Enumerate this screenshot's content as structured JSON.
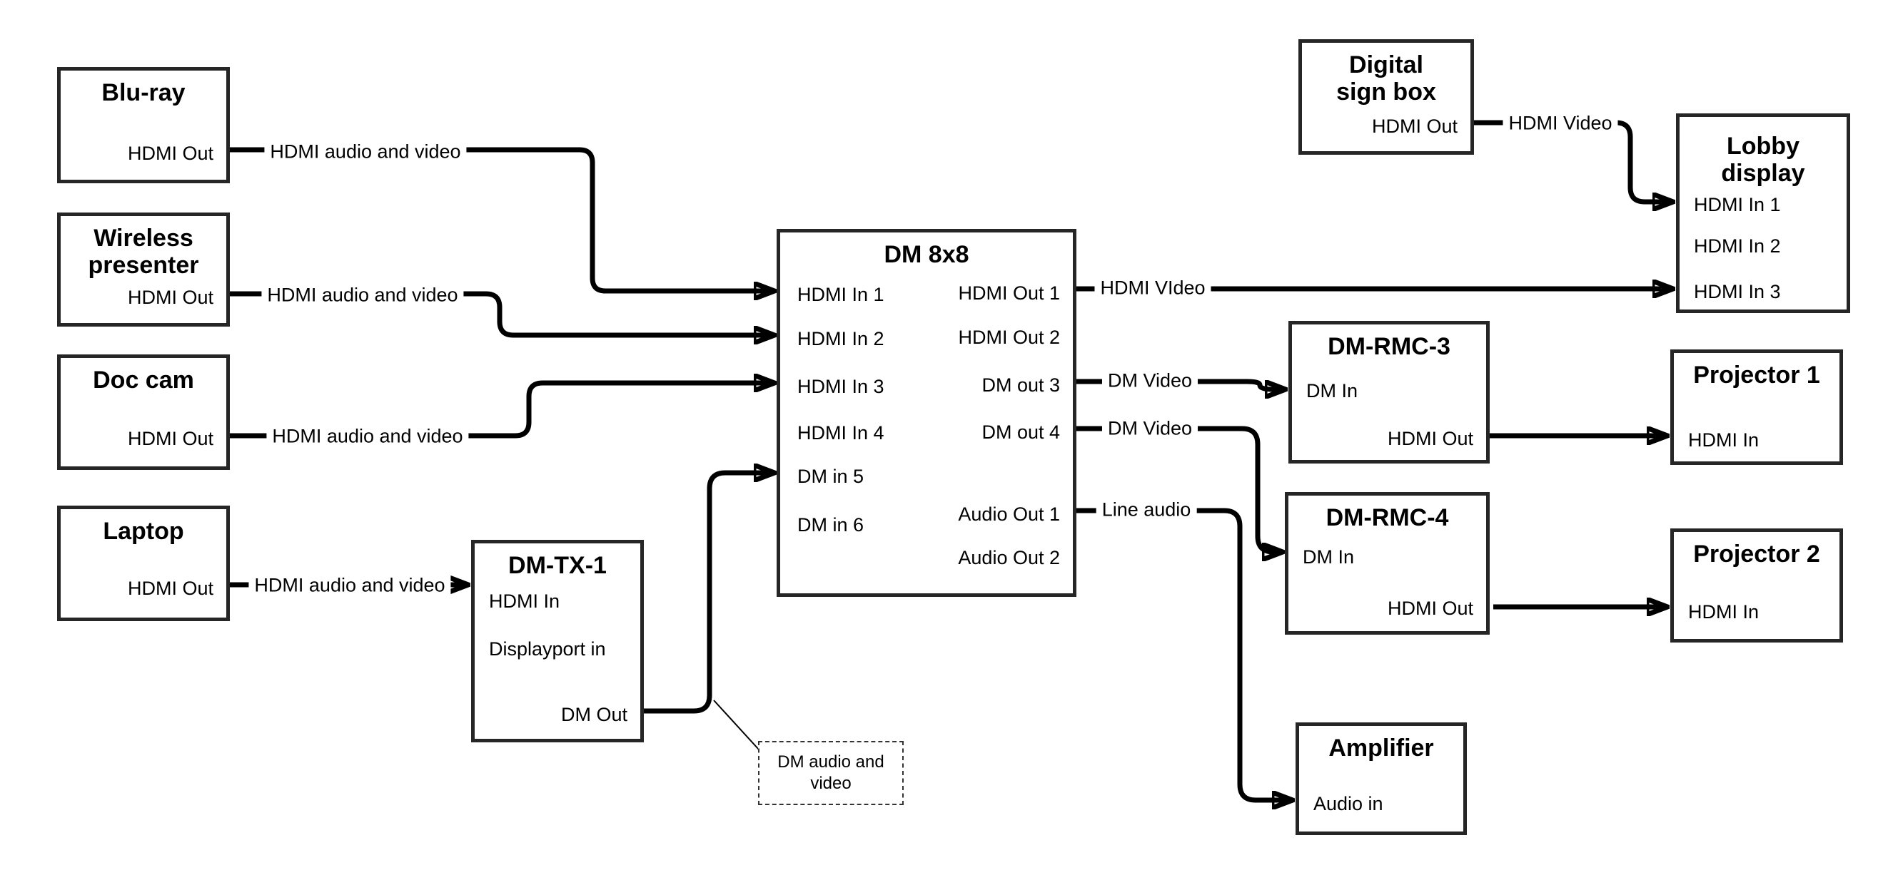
{
  "nodes": {
    "bluray": {
      "title": "Blu-ray",
      "ports": {
        "hdmi_out": "HDMI Out"
      }
    },
    "wireless": {
      "title": "Wireless presenter",
      "ports": {
        "hdmi_out": "HDMI Out"
      }
    },
    "doccam": {
      "title": "Doc cam",
      "ports": {
        "hdmi_out": "HDMI Out"
      }
    },
    "laptop": {
      "title": "Laptop",
      "ports": {
        "hdmi_out": "HDMI Out"
      }
    },
    "dmtx1": {
      "title": "DM-TX-1",
      "ports": {
        "hdmi_in": "HDMI In",
        "displayport_in": "Displayport in",
        "dm_out": "DM Out"
      }
    },
    "dm8x8": {
      "title": "DM 8x8",
      "ports": {
        "in1": "HDMI In 1",
        "in2": "HDMI In 2",
        "in3": "HDMI In 3",
        "in4": "HDMI In 4",
        "in5": "DM in 5",
        "in6": "DM in 6",
        "out1": "HDMI Out 1",
        "out2": "HDMI Out 2",
        "out3": "DM out 3",
        "out4": "DM out 4",
        "audio1": "Audio Out 1",
        "audio2": "Audio Out 2"
      }
    },
    "digitalsign": {
      "title": "Digital sign box",
      "ports": {
        "hdmi_out": "HDMI Out"
      }
    },
    "lobby": {
      "title": "Lobby display",
      "ports": {
        "in1": "HDMI In 1",
        "in2": "HDMI In 2",
        "in3": "HDMI In 3"
      }
    },
    "dmrmc3": {
      "title": "DM-RMC-3",
      "ports": {
        "dm_in": "DM In",
        "hdmi_out": "HDMI Out"
      }
    },
    "proj1": {
      "title": "Projector 1",
      "ports": {
        "hdmi_in": "HDMI In"
      }
    },
    "dmrmc4": {
      "title": "DM-RMC-4",
      "ports": {
        "dm_in": "DM In",
        "hdmi_out": "HDMI Out"
      }
    },
    "proj2": {
      "title": "Projector 2",
      "ports": {
        "hdmi_in": "HDMI In"
      }
    },
    "amplifier": {
      "title": "Amplifier",
      "ports": {
        "audio_in": "Audio in"
      }
    }
  },
  "edges": {
    "bluray_to_in1": "HDMI audio and video",
    "wireless_to_in2": "HDMI audio and video",
    "doccam_to_in3": "HDMI audio and video",
    "laptop_to_tx": "HDMI audio and video",
    "out1_to_lobby": "HDMI VIdeo",
    "sign_to_lobby": "HDMI Video",
    "out3_to_rmc3": "DM Video",
    "out4_to_rmc4": "DM Video",
    "audio1_to_amp": "Line audio"
  },
  "note": {
    "text": "DM audio and video"
  },
  "colors": {
    "wire": "#000000",
    "border": "#262626",
    "background": "#ffffff"
  }
}
